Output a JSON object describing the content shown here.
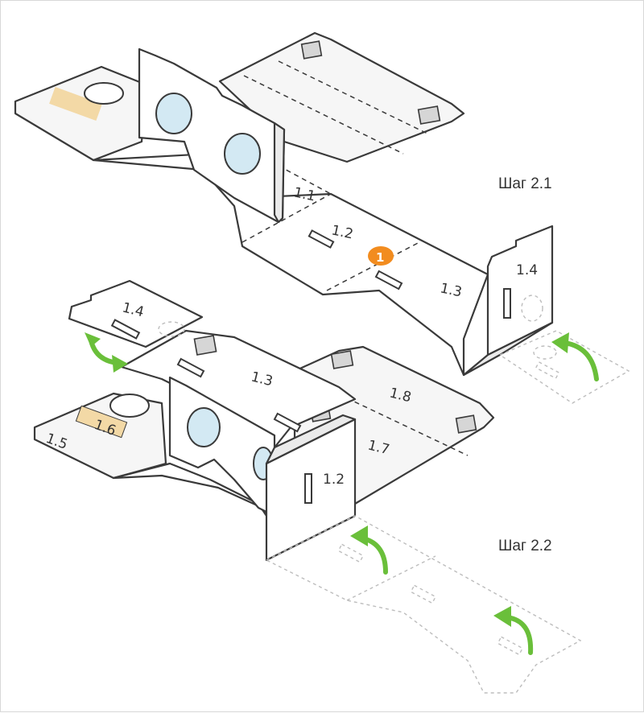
{
  "steps": {
    "step1": "Шаг 2.1",
    "step2": "Шаг 2.2"
  },
  "top_labels": {
    "l11": "1.1",
    "l12": "1.2",
    "l13": "1.3",
    "l14": "1.4",
    "badge": "1"
  },
  "bottom_labels": {
    "l14": "1.4",
    "l13": "1.3",
    "l18": "1.8",
    "l16": "1.6",
    "l15": "1.5",
    "l17": "1.7",
    "l12": "1.2"
  },
  "colors": {
    "arrow": "#6abf3a",
    "badge": "#f28c1f",
    "lens": "#d3e9f3",
    "tape": "#f3d9a6"
  }
}
